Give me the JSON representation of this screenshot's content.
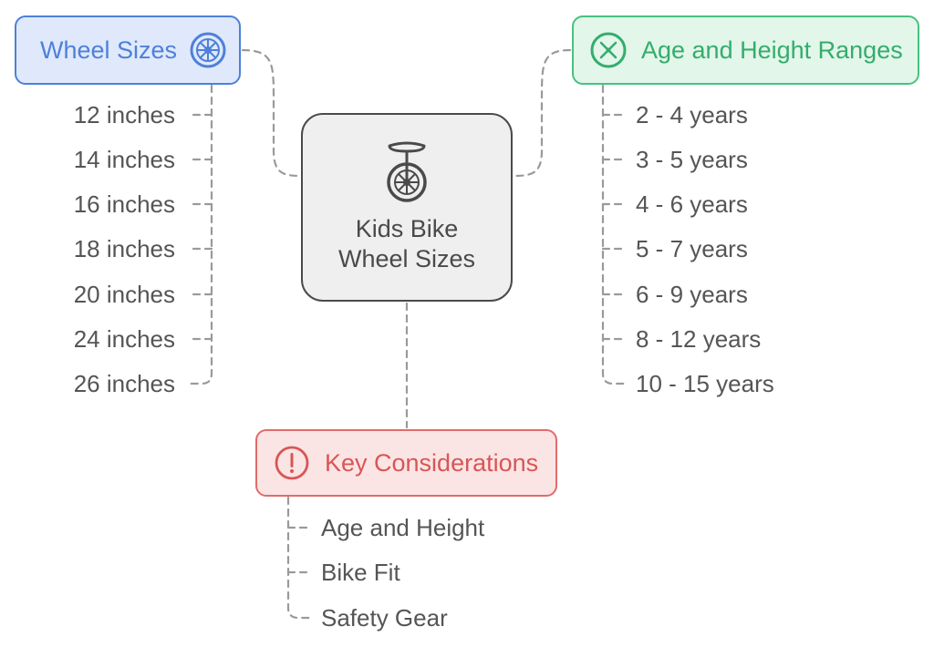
{
  "center": {
    "title_line1": "Kids Bike",
    "title_line2": "Wheel Sizes",
    "icon": "unicycle-icon",
    "color": "#4a4a4a"
  },
  "wheel_sizes": {
    "title": "Wheel Sizes",
    "icon": "wheel-icon",
    "color": "#4e80d9",
    "items": [
      "12 inches",
      "14 inches",
      "16 inches",
      "18 inches",
      "20 inches",
      "24 inches",
      "26 inches"
    ]
  },
  "age_height": {
    "title": "Age and Height Ranges",
    "icon": "age-height-icon",
    "color": "#47c27f",
    "items": [
      "2 - 4 years",
      "3 - 5 years",
      "4 - 6 years",
      "5 - 7 years",
      "6 - 9 years",
      "8 - 12 years",
      "10 - 15 years"
    ]
  },
  "considerations": {
    "title": "Key Considerations",
    "icon": "exclamation-icon",
    "color": "#e06b6b",
    "items": [
      "Age and Height",
      "Bike Fit",
      "Safety Gear"
    ]
  }
}
